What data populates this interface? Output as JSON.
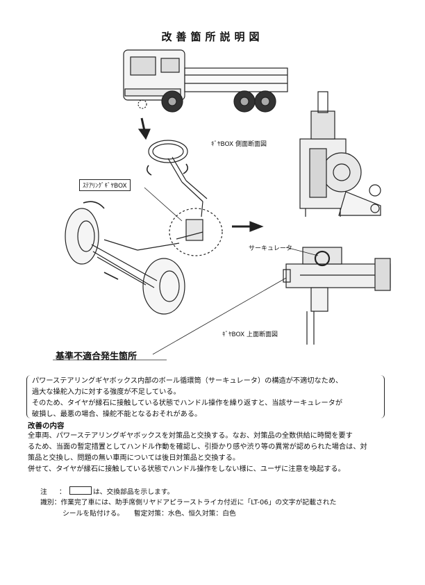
{
  "title": "改善箇所説明図",
  "figure": {
    "label_steering_gearbox": "ｽﾃｱﾘﾝｸﾞｷﾞﾔBOX",
    "label_side_section": "ｷﾞﾔBOX 側面断面図",
    "label_circulator": "サーキュレータ",
    "label_top_section": "ｷﾞﾔBOX 上面断面図",
    "label_defect_location": "基準不適合発生箇所"
  },
  "description": {
    "lines": [
      "パワーステアリングギヤボックス内部のボール循環筒（サーキュレータ）の構造が不適切なため、",
      "過大な操舵入力に対する強度が不足している。",
      "そのため、タイヤが縁石に接触している状態でハンドル操作を繰り返すと、当該サーキュレータが",
      "破損し、最悪の場合、操舵不能となるおそれがある。"
    ]
  },
  "improvement": {
    "heading": "改善の内容",
    "lines": [
      "全車両、パワーステアリングギヤボックスを対策品と交換する。なお、対策品の全数供給に時間を要す",
      "るため、当面の暫定措置としてハンドル作動を確認し、引掛かり感や渋り等の異常が認められた場合は、対",
      "策品と交換し、問題の無い車両については後日対策品と交換する。",
      "併せて、タイヤが縁石に接触している状態でハンドル操作をしない様に、ユーザに注意を喚起する。"
    ]
  },
  "notes": {
    "note_label": "注",
    "note_sep": "：",
    "note_text": "は、交換部品を示します。",
    "id_label": "識別",
    "id_sep": "：",
    "id_line1": "作業完了車には、助手席側リヤドアピラーストライカ付近に「LT-06」の文字が記載された",
    "id_line2": "シールを貼付ける。　　暫定対策：水色、恒久対策：白色"
  }
}
